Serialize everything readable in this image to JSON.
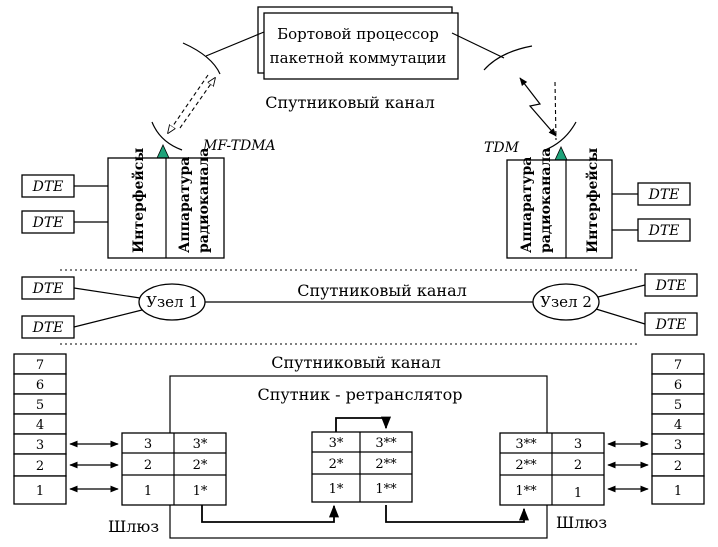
{
  "processor": {
    "line1": "Бортовой процессор",
    "line2": "пакетной коммутации"
  },
  "top_channel_label": "Спутниковый канал",
  "left_terminal": {
    "access_label": "MF-TDMA",
    "interfaces_label": "Интерфейсы",
    "radio_line1": "Аппаратура",
    "radio_line2": "радиоканала",
    "dte": [
      "DTE",
      "DTE"
    ]
  },
  "right_terminal": {
    "access_label": "TDM",
    "interfaces_label": "Интерфейсы",
    "radio_line1": "Аппаратура",
    "radio_line2": "радиоканала",
    "dte": [
      "DTE",
      "DTE"
    ]
  },
  "middle": {
    "channel_label": "Спутниковый канал",
    "node_left": "Узел 1",
    "node_right": "Узел 2",
    "dte_left": [
      "DTE",
      "DTE"
    ],
    "dte_right": [
      "DTE",
      "DTE"
    ]
  },
  "bottom": {
    "channel_label": "Спутниковый канал",
    "repeater_label": "Спутник - ретранслятор",
    "gateway_left": "Шлюз",
    "gateway_right": "Шлюз",
    "stack_layers": [
      "7",
      "6",
      "5",
      "4",
      "3",
      "2",
      "1"
    ],
    "gw_left_cells": [
      [
        "3",
        "3*"
      ],
      [
        "2",
        "2*"
      ],
      [
        "1",
        "1*"
      ]
    ],
    "sat_cells": [
      [
        "3*",
        "3**"
      ],
      [
        "2*",
        "2**"
      ],
      [
        "1*",
        "1**"
      ]
    ],
    "gw_right_cells": [
      [
        "3**",
        "3"
      ],
      [
        "2**",
        "2"
      ],
      [
        "1**",
        "1"
      ]
    ]
  }
}
